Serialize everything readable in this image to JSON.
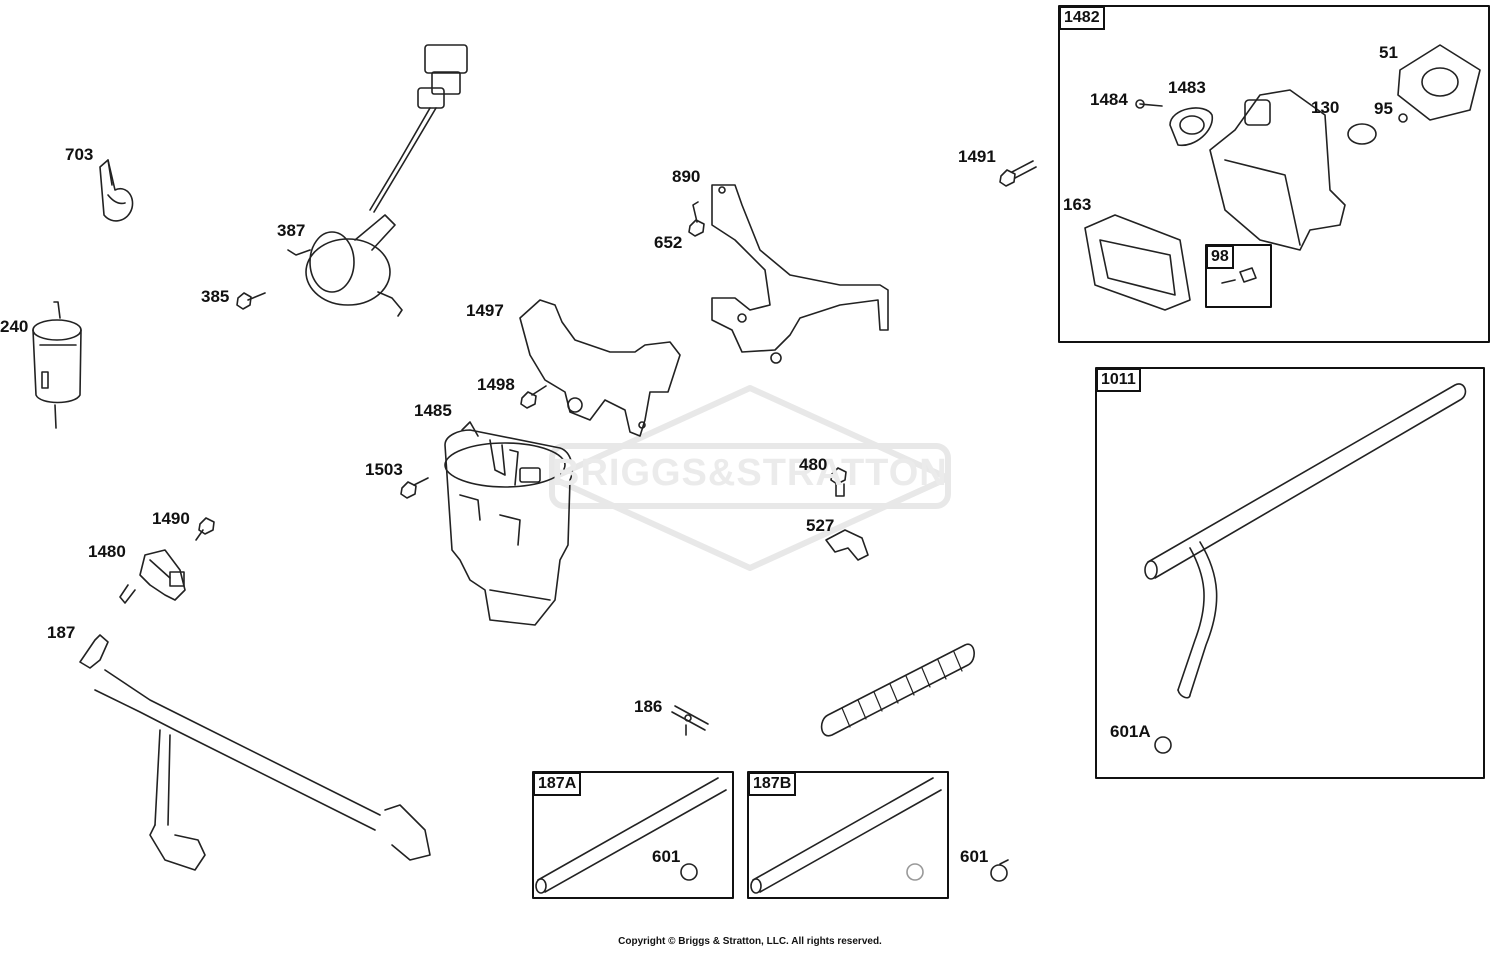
{
  "watermark": {
    "text": "BRIGGS&STRATTON"
  },
  "callouts": {
    "p703": "703",
    "p387": "387",
    "p385": "385",
    "p240": "240",
    "p1497": "1497",
    "p1498": "1498",
    "p1485": "1485",
    "p1503": "1503",
    "p1490": "1490",
    "p1480": "1480",
    "p187": "187",
    "p890": "890",
    "p652": "652",
    "p1491": "1491",
    "p480": "480",
    "p527": "527",
    "p186": "186",
    "p601_a": "601",
    "p601_c": "601",
    "p51": "51",
    "p1484": "1484",
    "p1483": "1483",
    "p130": "130",
    "p95": "95",
    "p163": "163",
    "p601A": "601A"
  },
  "boxes": {
    "b1482": "1482",
    "b98": "98",
    "b1011": "1011",
    "b187A": "187A",
    "b187B": "187B"
  },
  "copyright": "Copyright © Briggs & Stratton, LLC. All rights reserved."
}
